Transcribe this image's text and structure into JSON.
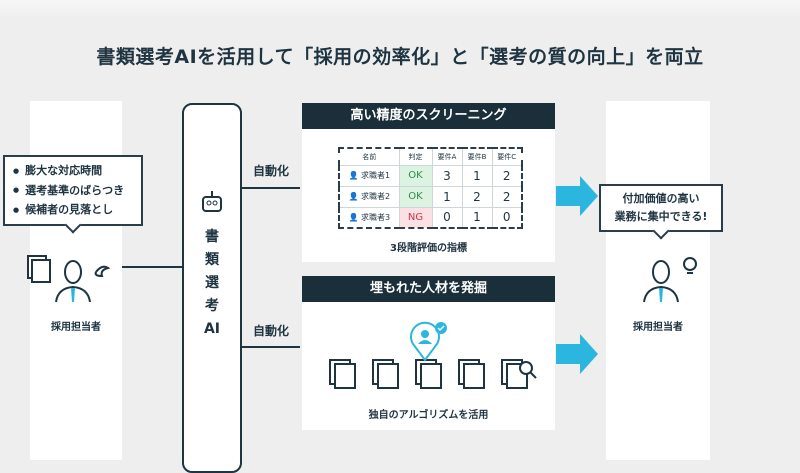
{
  "title": "書類選考AIを活用して「採用の効率化」と「選考の質の向上」を両立",
  "left": {
    "issues": [
      "膨大な対応時間",
      "選考基準のばらつき",
      "候補者の見落とし"
    ],
    "role": "採用担当者"
  },
  "ai": {
    "chars": [
      "書",
      "類",
      "選",
      "考",
      "AI"
    ]
  },
  "automation_label": "自動化",
  "panel1": {
    "title": "高い精度のスクリーニング",
    "headers": [
      "名前",
      "判定",
      "要件A",
      "要件B",
      "要件C"
    ],
    "rows": [
      {
        "name": "求職者1",
        "result": "OK",
        "a": "3",
        "b": "1",
        "c": "2"
      },
      {
        "name": "求職者2",
        "result": "OK",
        "a": "1",
        "b": "2",
        "c": "2"
      },
      {
        "name": "求職者3",
        "result": "NG",
        "a": "0",
        "b": "1",
        "c": "0"
      }
    ],
    "caption": "3段階評価の指標"
  },
  "panel2": {
    "title": "埋もれた人材を発掘",
    "caption": "独自のアルゴリズムを活用"
  },
  "right": {
    "bubble_lines": [
      "付加価値の高い",
      "業務に集中できる!"
    ],
    "role": "採用担当者"
  },
  "colors": {
    "dark": "#1b2f3a",
    "accent": "#2bb6e0",
    "ok": "#dcf3e2",
    "ng": "#fbe0e4"
  }
}
